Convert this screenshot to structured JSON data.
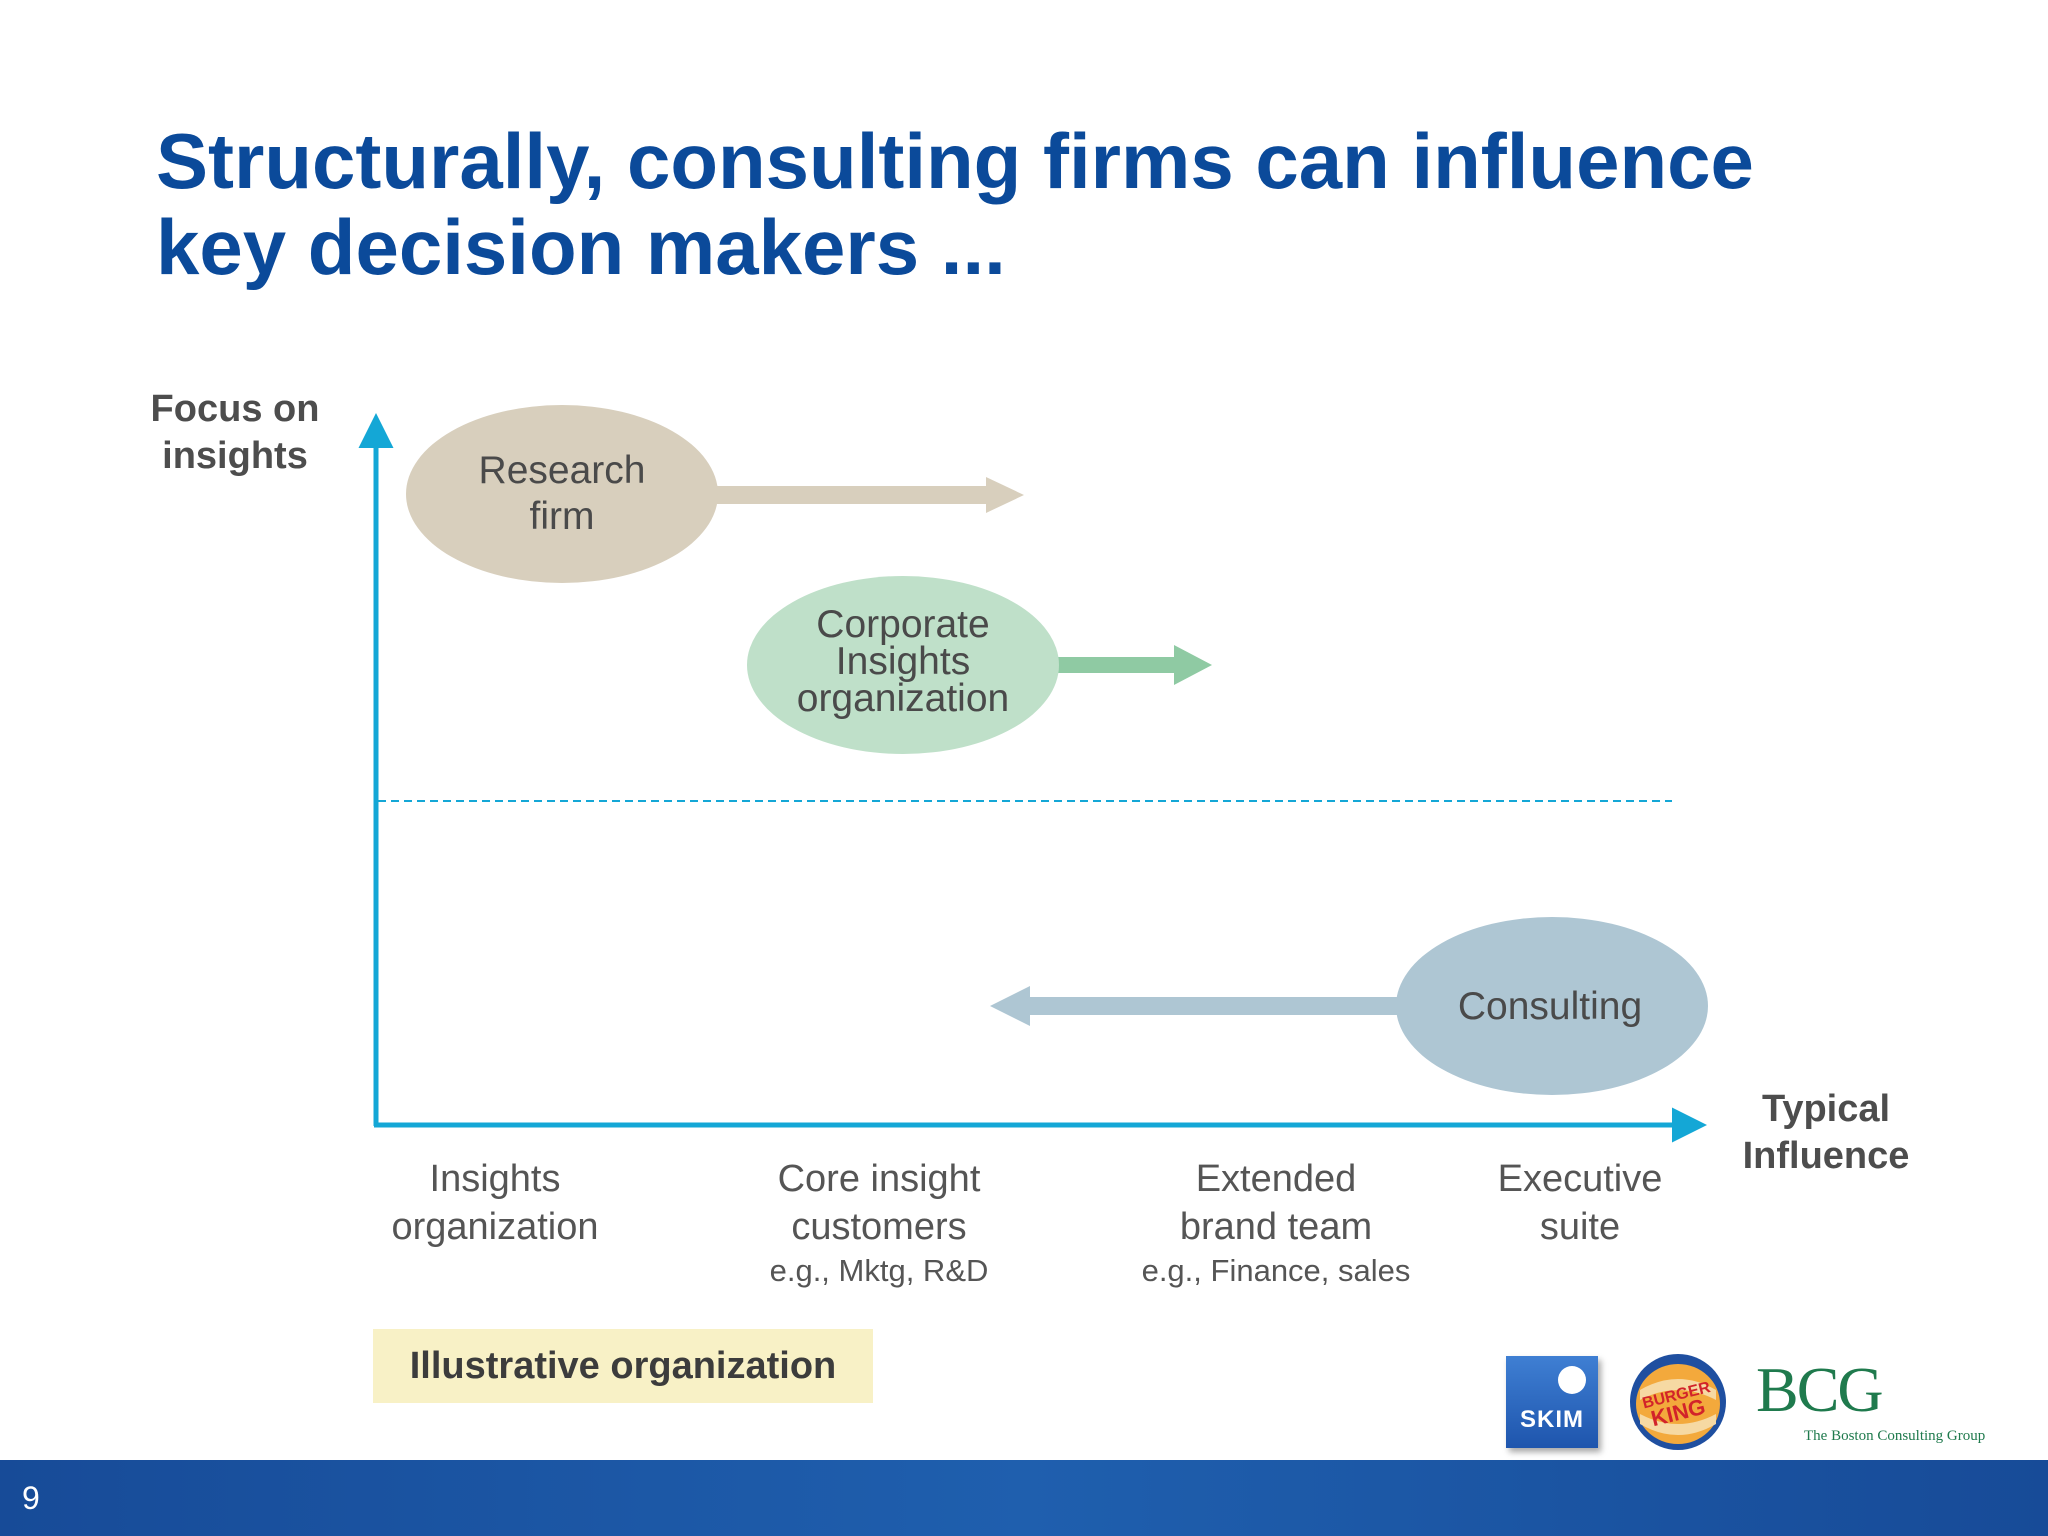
{
  "title": {
    "line1": "Structurally, consulting firms can influence",
    "line2": "key decision makers ..."
  },
  "axes": {
    "y_label": "Focus on insights",
    "x_label": "Typical Influence"
  },
  "x_ticks": [
    {
      "line1": "Insights",
      "line2": "organization",
      "sub": ""
    },
    {
      "line1": "Core insight",
      "line2": "customers",
      "sub": "e.g., Mktg, R&D"
    },
    {
      "line1": "Extended",
      "line2": "brand team",
      "sub": "e.g., Finance, sales"
    },
    {
      "line1": "Executive",
      "line2": "suite",
      "sub": ""
    }
  ],
  "entities": {
    "research": {
      "line1": "Research",
      "line2": "firm"
    },
    "corporate": {
      "line1": "Corporate",
      "line2": "Insights",
      "line3": "organization"
    },
    "consulting": {
      "line1": "Consulting"
    }
  },
  "badge": "Illustrative organization",
  "page_number": "9",
  "logos": {
    "skim": "SKIM",
    "burger_king": "BURGER KING",
    "bcg": "BCG",
    "bcg_tagline": "The Boston Consulting Group"
  },
  "colors": {
    "title": "#0b4a9a",
    "axis": "#14a7d6",
    "research": "#d8cfbd",
    "corporate": "#bfe0c9",
    "corporate_arrow": "#8fcaa3",
    "consulting": "#aec6d3",
    "badge": "#f8f1c6",
    "footer": "#1f5fae"
  }
}
